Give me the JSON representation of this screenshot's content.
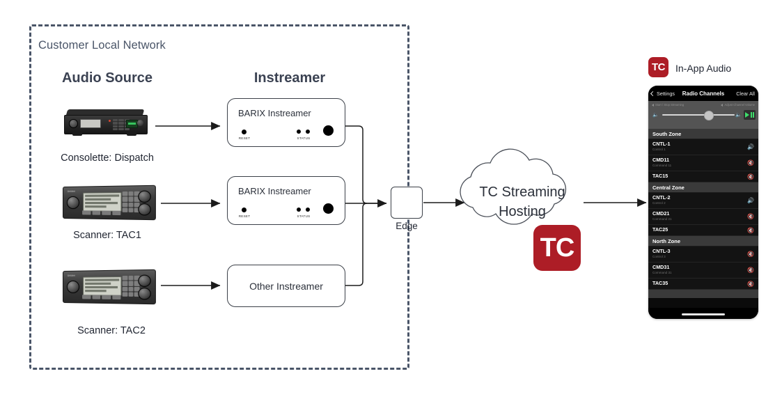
{
  "diagram": {
    "boundary_label": "Customer Local Network",
    "columns": {
      "audio_source": "Audio Source",
      "instreamer": "Instreamer"
    },
    "devices": [
      {
        "caption": "Consolette: Dispatch",
        "type": "consolette"
      },
      {
        "caption": "Scanner: TAC1",
        "type": "scanner"
      },
      {
        "caption": "Scanner: TAC2",
        "type": "scanner"
      }
    ],
    "instreamers": [
      {
        "title": "BARIX Instreamer",
        "reset_label": "RESET",
        "status_label": "STATUS"
      },
      {
        "title": "BARIX Instreamer",
        "reset_label": "RESET",
        "status_label": "STATUS"
      },
      {
        "title": "Other Instreamer"
      }
    ],
    "edge": {
      "label": "Edge",
      "icon": "router-icon"
    },
    "cloud": {
      "line1": "TC Streaming",
      "line2": "Hosting",
      "badge": "TC"
    }
  },
  "app": {
    "logo_text": "TC",
    "header_label": "In-App Audio",
    "phone": {
      "nav": {
        "back_label": "Settings",
        "title": "Radio Channels",
        "clear_label": "Clear All"
      },
      "controls": {
        "hint_left": "Start / Stop Streaming",
        "hint_right": "Adjust Channel Volume",
        "play_pause": "play-pause"
      },
      "zones": [
        {
          "name": "South Zone",
          "channels": [
            {
              "name": "CNTL-1",
              "sub": "Control 1",
              "muted": false
            },
            {
              "name": "CMD11",
              "sub": "Command 11",
              "muted": true
            },
            {
              "name": "TAC15",
              "sub": "",
              "muted": true
            }
          ]
        },
        {
          "name": "Central Zone",
          "channels": [
            {
              "name": "CNTL-2",
              "sub": "Control 2",
              "muted": false
            },
            {
              "name": "CMD21",
              "sub": "Command 21",
              "muted": true
            },
            {
              "name": "TAC25",
              "sub": "",
              "muted": true
            }
          ]
        },
        {
          "name": "North Zone",
          "channels": [
            {
              "name": "CNTL-3",
              "sub": "Control 3",
              "muted": true
            },
            {
              "name": "CMD31",
              "sub": "Command 31",
              "muted": true
            },
            {
              "name": "TAC35",
              "sub": "",
              "muted": true
            }
          ]
        }
      ]
    }
  },
  "colors": {
    "boundary": "#4a5568",
    "brand_red": "#ad1d26",
    "accent_green": "#3ddc6a",
    "stroke": "#3b4048",
    "text": "#1f2430"
  }
}
